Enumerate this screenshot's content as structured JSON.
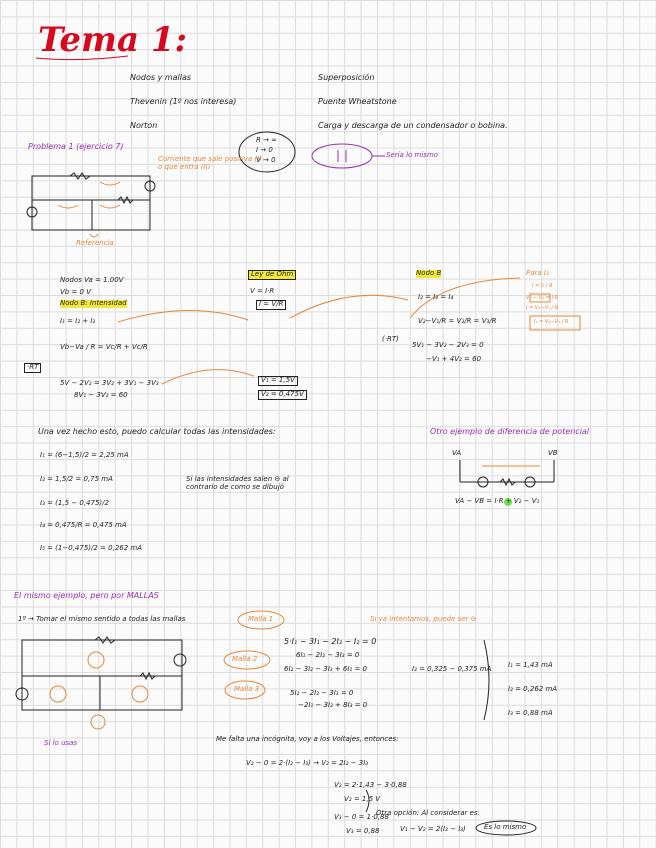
{
  "title": "Tema 1:",
  "topics": {
    "left": [
      "Nodos y mallas",
      "Thevenin (1º nos interesa)",
      "Norton"
    ],
    "right": [
      "Superposición",
      "Puente Wheatstone",
      "Carga y descarga de un condensador o bobina."
    ]
  },
  "equivalence": [
    "R → ∞",
    "I → 0",
    "V → 0"
  ],
  "capacitor_note": "Sería lo mismo",
  "problem1": {
    "label": "Problema 1 (ejercicio 7)",
    "annotation": "Corriente que sale positiva (I) o que entra (II)",
    "ground": "Referencia"
  },
  "nodes_section": {
    "lines": [
      "Nodos Va = 1.00V",
      "Vb = 0 V",
      "Nodo B: Intensidad",
      "I₁ = I₂ + I₃"
    ],
    "eq_fraction": "Vb−Va / R = Vc/R + Vc/R",
    "xR": "·RT",
    "result": [
      "5V − 2V₂ = 3V₂ + 3V₁ − 3V₃",
      "8V₁ − 3V₂ = 60"
    ]
  },
  "ohm_law": {
    "label": "Ley de Ohm",
    "v": "V = I·R",
    "i": "I = V/R"
  },
  "node_b": {
    "label": "Nodo B",
    "eq1": "I₂ = I₃ = I₄",
    "eq2": "V₂−V₁/R = V₃/R = V₃/R",
    "xR": "(·RT)",
    "eq3": "5V₁ − 3V₂ − 2V₃ = 0",
    "eq4": "−V₁ + 4V₂ = 60"
  },
  "intensity_box": {
    "label": "Para I₂",
    "lines": [
      "I = V / R",
      "V₂ − V₃ = I·R",
      "I = V₂−V₃ / R",
      "I₂ = V₂−V₃ / R"
    ]
  },
  "results_box": [
    "V₁ = 1,5V",
    "V₂ = 0,475V"
  ],
  "intensities": {
    "heading": "Una vez hecho esto, puedo calcular todas las intensidades:",
    "lines": [
      "I₁ = (6−1,5)/2 = 2,25 mA",
      "I₂ = 1,5/2 = 0,75 mA",
      "I₃ = (1,5 − 0,475)/2",
      "I₄ = 0,475/R = 0,475 mA",
      "I₅ = (1−0,475)/2 = 0,262 mA"
    ],
    "note": "Si las intensidades salen ⊖ al contrario de como se dibujó"
  },
  "potential_example": {
    "heading": "Otro ejemplo de diferencia de potencial",
    "nodes": [
      "VA",
      "VB"
    ],
    "eq": "VA − VB = I·R + V₂ − V₁"
  },
  "meshes": {
    "heading": "El mismo ejemplo, pero por MALLAS",
    "sub": "1º → Tomar el mismo sentido a todas las mallas",
    "label_malla1": "Malla 1",
    "label_malla2": "Malla 2",
    "label_malla3": "Malla 3",
    "eq": [
      "5·I₁ − 3I₁ − 2I₂ − I₂ = 0",
      "6I₁ − 2I₂ − 3I₃ = 0",
      "6I₂ − 3I₂ − 3I₃ + 6I₁ = 0",
      "5I₂ − 2I₂ − 3I₃ = 0",
      "−2I₁ − 3I₂ + 8I₃ = 0"
    ],
    "note": "Si ya intentamos, puede ser ⊖",
    "result_note": "I₂ = 0,325 − 0,375 mA",
    "results": [
      "I₁ = 1,43 mA",
      "I₂ = 0,262 mA",
      "I₃ = 0,88 mA"
    ],
    "sign_note": "Si lo usas",
    "final_heading": "Me falta una incógnita, voy a los Voltajes, entonces:",
    "final_eq": "V₂ − 0 = 2·(I₂ − I₃) → V₂ = 2I₂ − 3I₃",
    "final_lines": [
      "V₂ = 2·1,43 − 3·0,88",
      "V₂ = 1,5 V",
      "V₃ − 0 = 1·0,88",
      "V₃ = 0,88"
    ],
    "final_note": "Otra opción: Al considerar es:",
    "final_eq2": "V₁ − V₂ = 2(I₂ − I₃)",
    "final_box": "Es lo mismo"
  }
}
